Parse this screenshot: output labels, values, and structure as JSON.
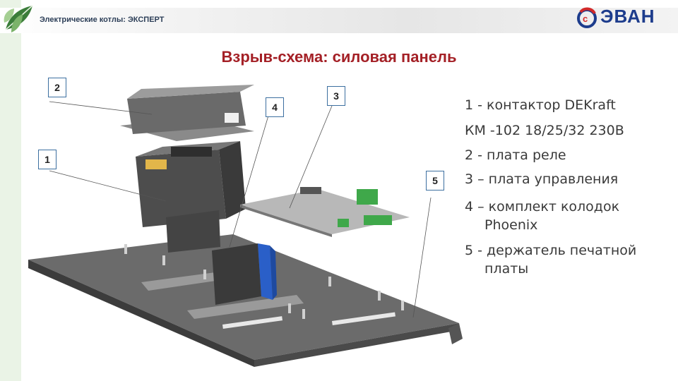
{
  "header": {
    "title": "Электрические котлы: ЭКСПЕРТ",
    "logo_text": "ЭВАН"
  },
  "slide": {
    "title": "Взрыв-схема: силовая панель"
  },
  "callouts": [
    "1",
    "2",
    "3",
    "4",
    "5"
  ],
  "legend": [
    {
      "line1": "1 - контактор DEKraft",
      "line2": "КМ -102 18/25/32 230В"
    },
    {
      "line1": "2 - плата реле"
    },
    {
      "line1": "3 – плата управления"
    },
    {
      "line1": "4 – комплект колодок",
      "line2": "Phoenix"
    },
    {
      "line1": "5 - держатель печатной",
      "line2": "платы"
    }
  ],
  "colors": {
    "title": "#a42026",
    "logo": "#1d3c8c",
    "text": "#3a3a3a",
    "terminal_block_blue": "#2a5fc8",
    "connector_green": "#3fa84a"
  }
}
